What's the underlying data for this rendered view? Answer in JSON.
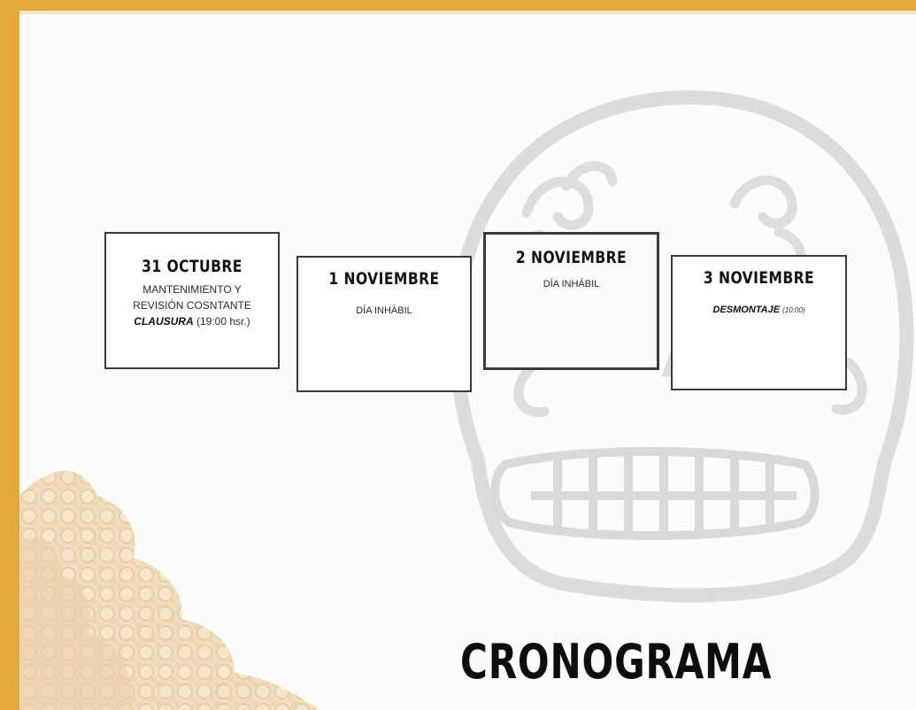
{
  "slide": {
    "title": "CRONOGRAMA",
    "accent_color": "#e3a93a",
    "background_motifs": [
      "skull-icon",
      "marigold-flowers-icon"
    ],
    "schedule": [
      {
        "date": "31 OCTUBRE",
        "lines": [
          "MANTENIMIENTO Y",
          "REVISIÓN COSNTANTE"
        ],
        "closing_label": "CLAUSURA",
        "closing_time": "(19:00 hsr.)"
      },
      {
        "date": "1 NOVIEMBRE",
        "lines": [
          "DÍA INHÁBIL"
        ]
      },
      {
        "date": "2 NOVIEMBRE",
        "lines": [
          "DÍA INHÁBIL"
        ]
      },
      {
        "date": "3 NOVIEMBRE",
        "event_label": "DESMONTAJE",
        "event_time": "(10:00)"
      }
    ]
  }
}
